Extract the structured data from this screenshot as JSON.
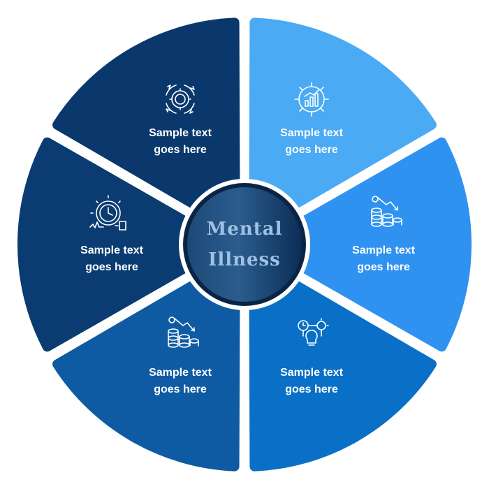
{
  "center": {
    "title_line1": "Mental",
    "title_line2": "Illness"
  },
  "segments": [
    {
      "label_line1": "Sample text",
      "label_line2": "goes here",
      "icon": "gear-chart-icon",
      "color": "#4aaaf3"
    },
    {
      "label_line1": "Sample text",
      "label_line2": "goes here",
      "icon": "coins-down-icon",
      "color": "#2f92f1"
    },
    {
      "label_line1": "Sample text",
      "label_line2": "goes here",
      "icon": "idea-process-icon",
      "color": "#0a6fc6"
    },
    {
      "label_line1": "Sample text",
      "label_line2": "goes here",
      "icon": "coins-down-icon",
      "color": "#0e5ba3"
    },
    {
      "label_line1": "Sample text",
      "label_line2": "goes here",
      "icon": "time-management-icon",
      "color": "#0a3c72"
    },
    {
      "label_line1": "Sample text",
      "label_line2": "goes here",
      "icon": "gear-cycle-icon",
      "color": "#0a386c"
    }
  ],
  "colors": {
    "center_fill": "#0f2f57",
    "center_ring": "#07213d",
    "center_text": "#9fc1e4"
  }
}
